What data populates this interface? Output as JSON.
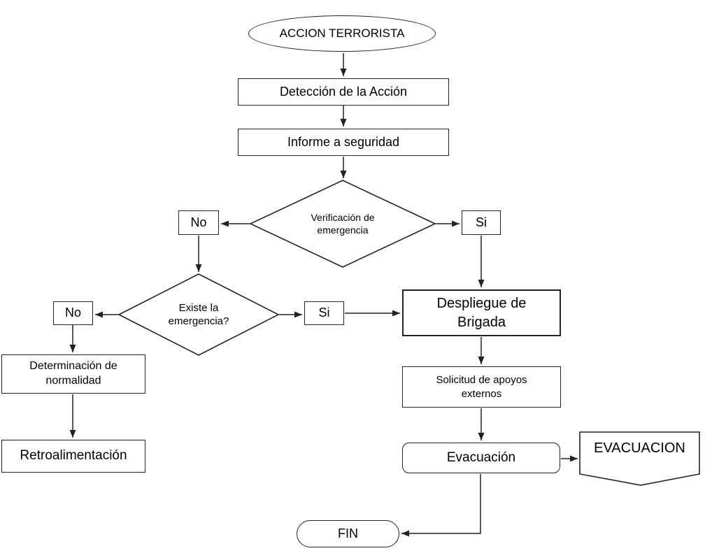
{
  "diagram": {
    "type": "flowchart",
    "language": "es",
    "colors": {
      "stroke": "#222222",
      "background": "#ffffff",
      "text": "#000000"
    },
    "nodes": {
      "start": {
        "shape": "terminator",
        "label": "ACCION TERRORISTA"
      },
      "deteccion": {
        "shape": "process",
        "label": "Detección de la Acción"
      },
      "informe": {
        "shape": "process",
        "label": "Informe a seguridad"
      },
      "verificacion": {
        "shape": "decision",
        "label": "Verificación de\nemergencia"
      },
      "no1": {
        "shape": "label-box",
        "label": "No"
      },
      "si1": {
        "shape": "label-box",
        "label": "Si"
      },
      "existe": {
        "shape": "decision",
        "label": "Existe la\nemergencia?"
      },
      "no2": {
        "shape": "label-box",
        "label": "No"
      },
      "si2": {
        "shape": "label-box",
        "label": "Si"
      },
      "despliegue": {
        "shape": "process",
        "label": "Despliegue de\nBrigada"
      },
      "solicitud": {
        "shape": "process",
        "label": "Solicitud de apoyos\nexternos"
      },
      "evacuacion": {
        "shape": "rounded-process",
        "label": "Evacuación"
      },
      "evacuacion_out": {
        "shape": "offpage-connector",
        "label": "EVACUACION"
      },
      "determinacion": {
        "shape": "process",
        "label": "Determinación de\nnormalidad"
      },
      "retroalimentacion": {
        "shape": "process",
        "label": "Retroalimentación"
      },
      "fin": {
        "shape": "terminator",
        "label": "FIN"
      }
    },
    "edges": [
      {
        "from": "start",
        "to": "deteccion"
      },
      {
        "from": "deteccion",
        "to": "informe"
      },
      {
        "from": "informe",
        "to": "verificacion"
      },
      {
        "from": "verificacion",
        "to": "no1"
      },
      {
        "from": "verificacion",
        "to": "si1"
      },
      {
        "from": "no1",
        "to": "existe"
      },
      {
        "from": "si1",
        "to": "despliegue"
      },
      {
        "from": "existe",
        "to": "no2"
      },
      {
        "from": "existe",
        "to": "si2"
      },
      {
        "from": "si2",
        "to": "despliegue"
      },
      {
        "from": "no2",
        "to": "determinacion"
      },
      {
        "from": "determinacion",
        "to": "retroalimentacion"
      },
      {
        "from": "despliegue",
        "to": "solicitud"
      },
      {
        "from": "solicitud",
        "to": "evacuacion"
      },
      {
        "from": "evacuacion",
        "to": "evacuacion_out"
      },
      {
        "from": "evacuacion",
        "to": "fin"
      }
    ]
  }
}
